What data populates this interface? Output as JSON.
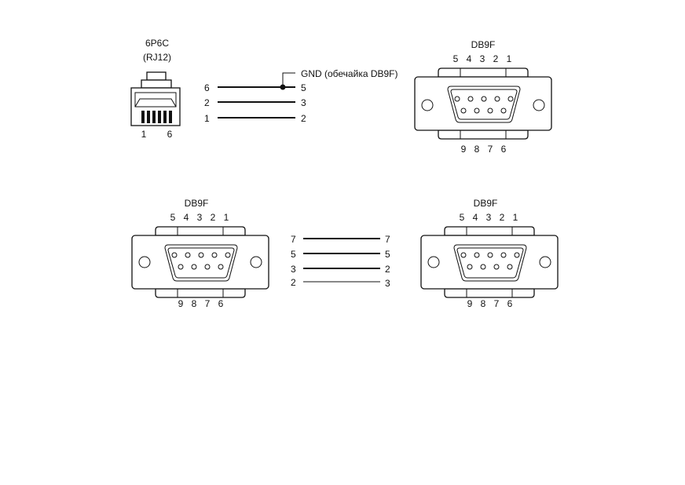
{
  "rj12": {
    "title": "6P6C",
    "subtitle": "(RJ12)",
    "pin_first": "1",
    "pin_last": "6"
  },
  "wiring_top": {
    "gnd_label": "GND (обечайка DB9F)",
    "rows": [
      {
        "left": "6",
        "right": "5"
      },
      {
        "left": "2",
        "right": "3"
      },
      {
        "left": "1",
        "right": "2"
      }
    ]
  },
  "db9_top": {
    "title": "DB9F",
    "top_pins": [
      "5",
      "4",
      "3",
      "2",
      "1"
    ],
    "bottom_pins": [
      "9",
      "8",
      "7",
      "6"
    ]
  },
  "db9_left": {
    "title": "DB9F",
    "top_pins": [
      "5",
      "4",
      "3",
      "2",
      "1"
    ],
    "bottom_pins": [
      "9",
      "8",
      "7",
      "6"
    ]
  },
  "db9_right": {
    "title": "DB9F",
    "top_pins": [
      "5",
      "4",
      "3",
      "2",
      "1"
    ],
    "bottom_pins": [
      "9",
      "8",
      "7",
      "6"
    ]
  },
  "wiring_bottom": {
    "rows": [
      {
        "left": "7",
        "right": "7"
      },
      {
        "left": "5",
        "right": "5"
      },
      {
        "left": "3",
        "right": "2"
      },
      {
        "left": "2",
        "right": "3"
      }
    ]
  }
}
